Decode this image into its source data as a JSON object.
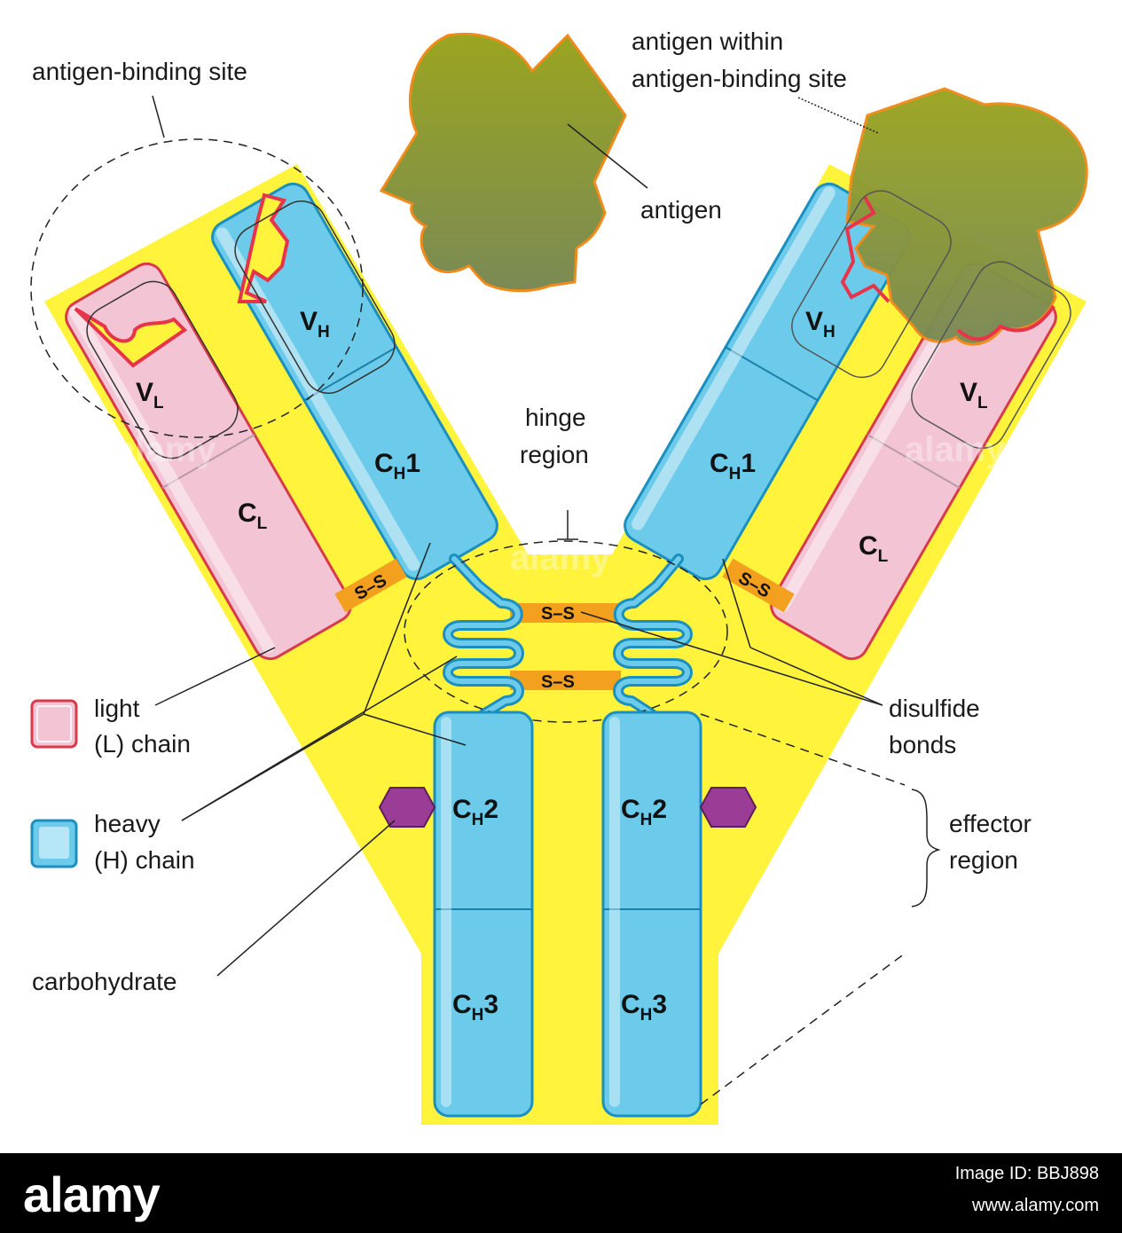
{
  "labels": {
    "antigen_binding_site": "antigen-binding site",
    "antigen_within_1": "antigen within",
    "antigen_within_2": "antigen-binding site",
    "antigen": "antigen",
    "hinge_1": "hinge",
    "hinge_2": "region",
    "disulfide_1": "disulfide",
    "disulfide_2": "bonds",
    "effector_1": "effector",
    "effector_2": "region",
    "carbohydrate": "carbohydrate",
    "ss_bond": "S–S"
  },
  "legend": {
    "light_1": "light",
    "light_2": "(L) chain",
    "heavy_1": "heavy",
    "heavy_2": "(H) chain"
  },
  "domains": {
    "v_letter": "V",
    "c_letter": "C",
    "l_sub": "L",
    "h_sub": "H",
    "n1": "1",
    "n2": "2",
    "n3": "3"
  },
  "watermark": "alamy",
  "footer": {
    "logo": "alamy",
    "image_id": "Image ID: BBJ898",
    "url": "www.alamy.com"
  },
  "colors": {
    "yellow": "#fff33c",
    "light_chain": "#f2c4d4",
    "light_chain_border": "#d93a4a",
    "heavy_chain": "#6ccbea",
    "heavy_chain_border": "#1b8fc0",
    "antigen": "#8f9a2e",
    "antigen_border": "#f08a1a",
    "disulfide": "#f3a01e",
    "carbohydrate": "#9b3d96",
    "binding_pocket": "#e8344a"
  }
}
